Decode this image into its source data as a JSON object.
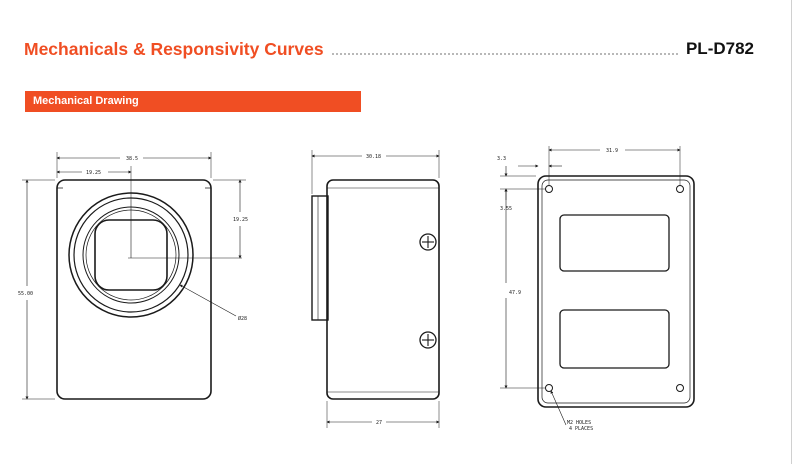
{
  "header": {
    "title": "Mechanicals & Responsivity Curves",
    "model": "PL-D782"
  },
  "section": {
    "label": "Mechanical Drawing"
  },
  "drawing": {
    "front": {
      "width_dim": "38.5",
      "half_width_dim": "19.25",
      "half_height_dim": "19.25",
      "height_dim": "55.00",
      "diameter_dim": "Ø28"
    },
    "side": {
      "depth_dim": "30.18",
      "bottom_depth_dim": "27"
    },
    "back": {
      "top_offset_dim": "3.3",
      "hole_spacing_x_dim": "31.9",
      "side_offset_dim": "3.55",
      "hole_spacing_y_dim": "47.9",
      "note_line1": "M2 HOLES",
      "note_line2": "4 PLACES"
    }
  },
  "colors": {
    "accent": "#f04e23",
    "line": "#1a1a1a"
  }
}
